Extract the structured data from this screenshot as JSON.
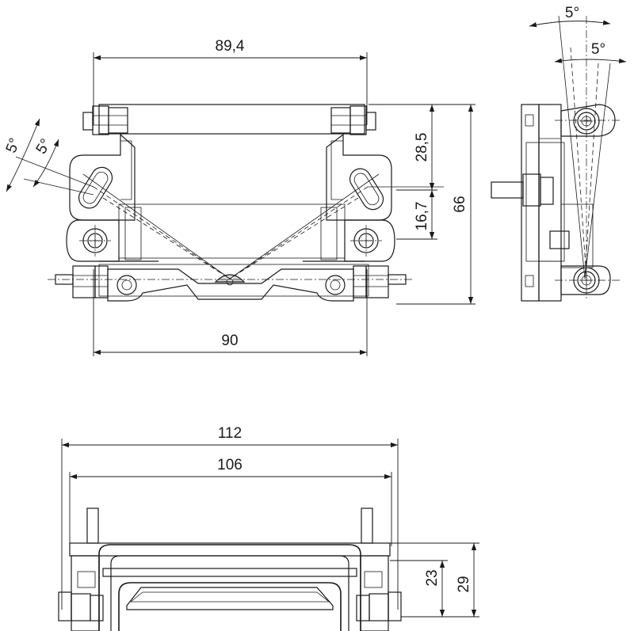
{
  "dimensions": {
    "top_width_upper": "89,4",
    "top_width_lower": "90",
    "height_total": "66",
    "height_upper": "28,5",
    "height_lower": "16,7",
    "angle_left_outer": "5°",
    "angle_left_inner": "5°",
    "angle_side_upper": "5°",
    "angle_side_lower": "5°",
    "bottom_width_outer": "112",
    "bottom_width_inner": "106",
    "bottom_height_outer": "29",
    "bottom_height_inner": "23"
  }
}
